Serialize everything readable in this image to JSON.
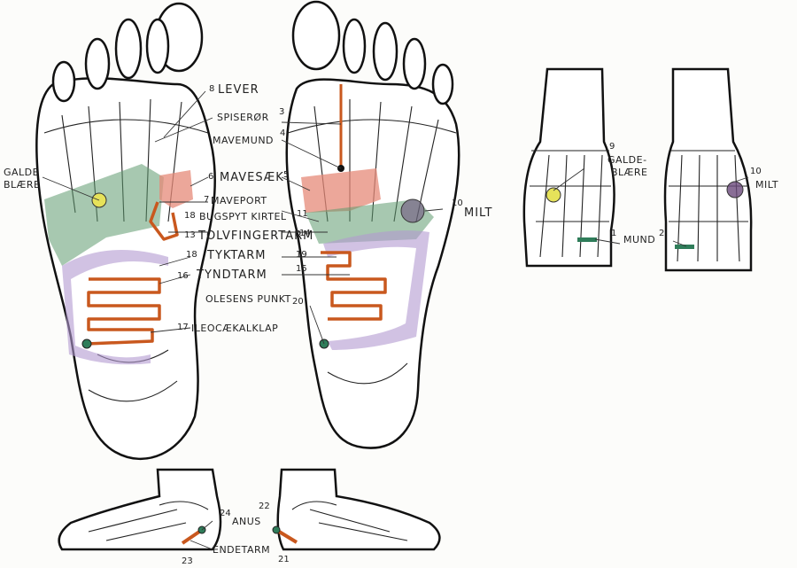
{
  "labels": {
    "l8": {
      "num": "8",
      "text": "LEVER"
    },
    "l3": {
      "num": "3",
      "text": "SPISERØR"
    },
    "l4": {
      "num": "4",
      "text": "MAVEMUND"
    },
    "l6": {
      "num": "6",
      "text": "MAVESÆK"
    },
    "l5": {
      "num": "5"
    },
    "l7": {
      "num": "7",
      "text": "MAVEPORT"
    },
    "l18a": {
      "num": "18",
      "text": "BUGSPYT KIRTEL"
    },
    "l11": {
      "num": "11"
    },
    "l13": {
      "num": "13",
      "text": "TOLVFINGERTARM"
    },
    "l14": {
      "num": "14"
    },
    "l18b": {
      "num": "18",
      "text": "TYKTARM"
    },
    "l19": {
      "num": "19"
    },
    "l16": {
      "num": "16",
      "text": "TYNDTARM"
    },
    "l15": {
      "num": "15"
    },
    "l20": {
      "num": "20",
      "text": "OLESENS PUNKT"
    },
    "l17": {
      "num": "17",
      "text": "ILEOCÆKALKLAP"
    },
    "l10a": {
      "num": "10",
      "text": "MILT"
    },
    "galde_left": {
      "line1": "GALDE",
      "line2": "BLÆRE"
    },
    "l9": {
      "num": "9",
      "line1": "GALDE-",
      "line2": "BLÆRE"
    },
    "l10b": {
      "num": "10",
      "text": "MILT"
    },
    "l1": {
      "num": "1",
      "text": "MUND"
    },
    "l2": {
      "num": "2"
    },
    "l24": {
      "num": "24",
      "text": "ANUS"
    },
    "l22": {
      "num": "22"
    },
    "l23": {
      "num": "23"
    },
    "l21": {
      "num": "21",
      "text": "ENDETARM"
    }
  },
  "colors": {
    "liver": "#5f9a70",
    "stomach": "#e58a78",
    "colon": "#b39ad0",
    "intestine": "#c9581e",
    "gallbladder": "#e6e25a",
    "spleen": "#6b4a7c",
    "mouth": "#2f7d5a"
  }
}
